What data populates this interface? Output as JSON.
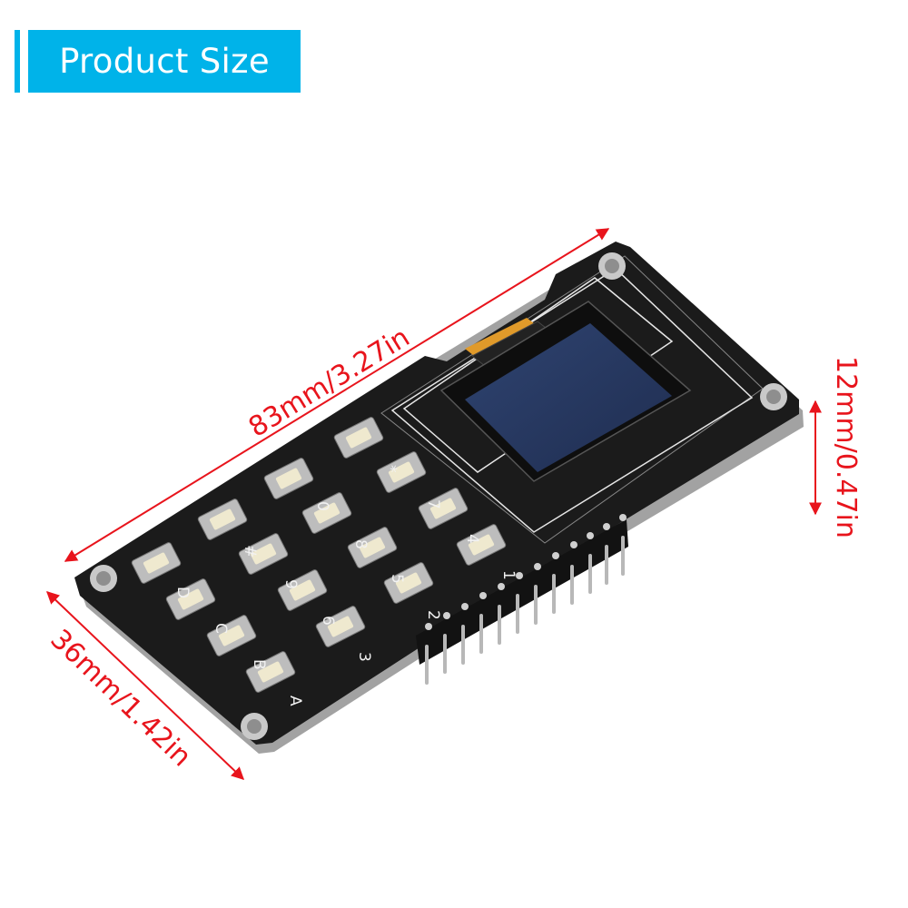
{
  "header": {
    "title": "Product Size",
    "accent_color": "#00b3e9"
  },
  "product": {
    "name": "OLED display with 4x4 keypad module",
    "board_color": "#1b1b1b",
    "screen_color": "#26375e",
    "keypad_labels": [
      "1",
      "2",
      "3",
      "A",
      "4",
      "5",
      "6",
      "B",
      "7",
      "8",
      "9",
      "C",
      "*",
      "0",
      "#",
      "D"
    ],
    "header_pin_count": 12
  },
  "dimensions": {
    "color": "#e8141c",
    "length": {
      "label": "83mm/3.27in"
    },
    "width": {
      "label": "36mm/1.42in"
    },
    "height": {
      "label": "12mm/0.47in"
    }
  }
}
